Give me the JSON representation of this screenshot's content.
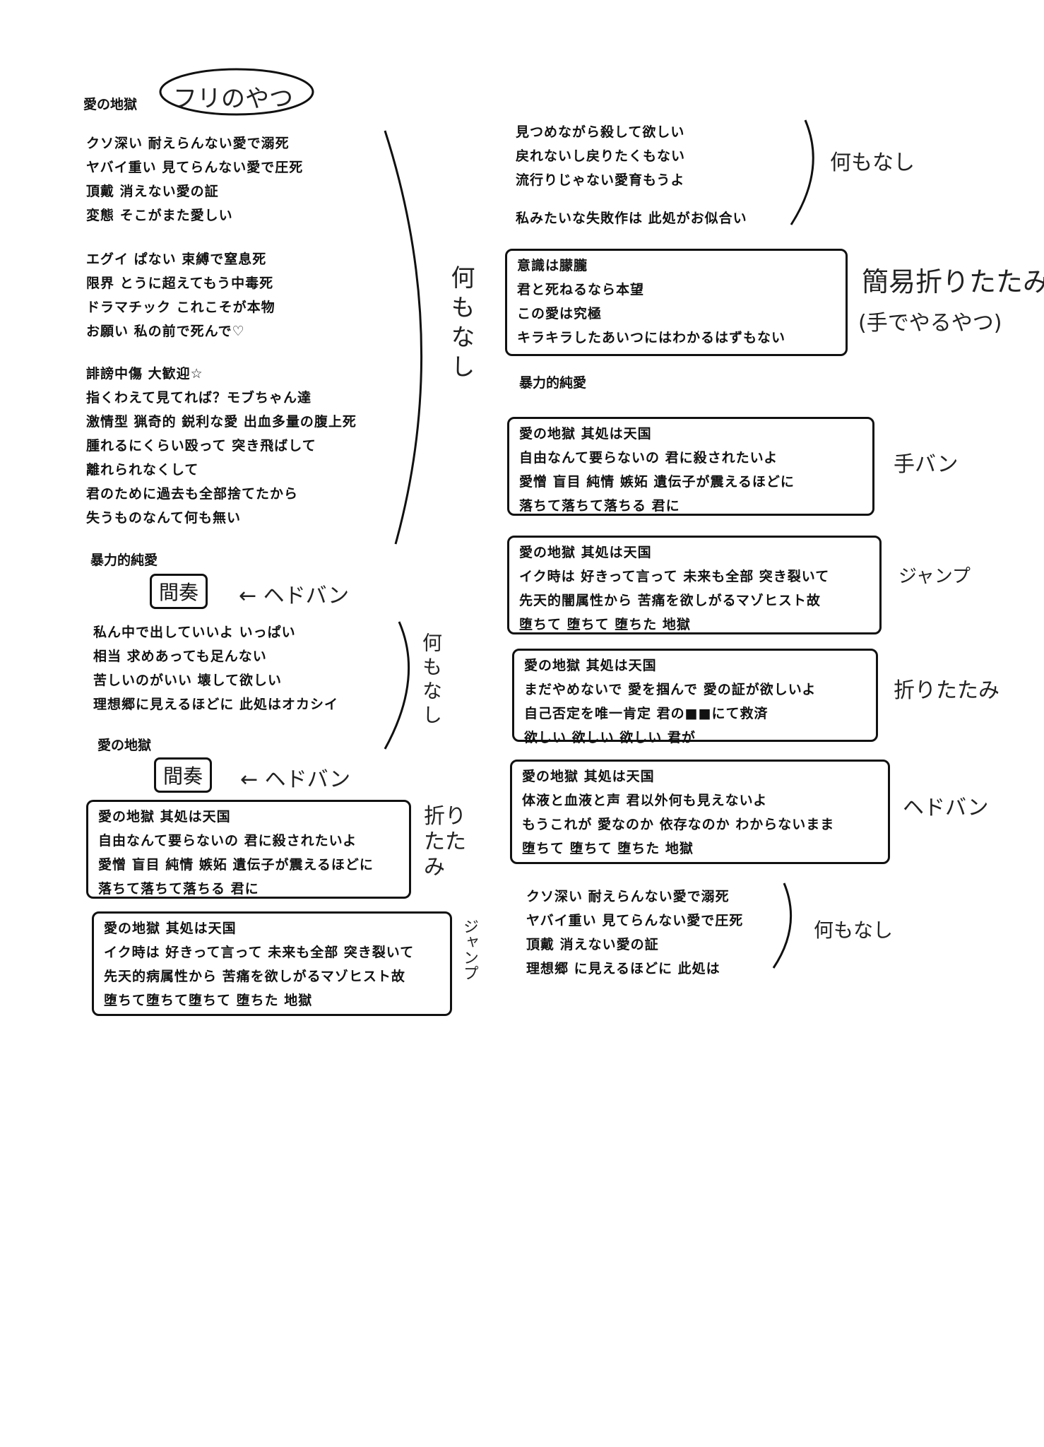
{
  "title": "愛の地獄",
  "title_note": "フリのやつ",
  "left_column": {
    "stanza1": [
      "クソ深い 耐えらんない愛で溺死",
      "ヤバイ重い 見てらんない愛で圧死",
      "頂戴 消えない愛の証",
      "変態 そこがまた愛しい"
    ],
    "stanza2": [
      "エグイ ぱない 束縛で窒息死",
      "限界 とうに超えてもう中毒死",
      "ドラマチック これこそが本物",
      "お願い 私の前で死んで♡"
    ],
    "stanza3": [
      "誹謗中傷 大歓迎☆",
      "指くわえて見てれば？モブちゃん達",
      "激情型 猟奇的 鋭利な愛 出血多量の腹上死",
      "腫れるにくらい殴って 突き飛ばして",
      "離れられなくして",
      "君のために過去も全部捨てたから",
      "失うものなんて何も無い"
    ],
    "heading1": "暴力的純愛",
    "interlude1": "間奏",
    "interlude1_note": "← ヘドバン",
    "stanza4": [
      "私ん中で出していいよ いっぱい",
      "相当 求めあっても足んない",
      "苦しいのがいい 壊して欲しい",
      "理想郷に見えるほどに 此処はオカシイ"
    ],
    "heading2": "愛の地獄",
    "interlude2": "間奏",
    "interlude2_note": "← ヘドバン",
    "box1": [
      "愛の地獄 其処は天国",
      "自由なんて要らないの 君に殺されたいよ",
      "愛憎 盲目 純情 嫉妬 遺伝子が震えるほどに",
      "落ちて落ちて落ちる 君に"
    ],
    "box2": [
      "愛の地獄 其処は天国",
      "イク時は 好きって言って 未来も全部 突き裂いて",
      "先天的病属性から 苦痛を欲しがるマゾヒスト故",
      "堕ちて堕ちて堕ちて 堕ちた 地獄"
    ]
  },
  "right_column": {
    "stanza1": [
      "見つめながら殺して欲しい",
      "戻れないし戻りたくもない",
      "流行りじゃない愛育もうよ"
    ],
    "stanza1_last": "私みたいな失敗作は 此処がお似合い",
    "box0": [
      "意識は朦朧",
      "君と死ねるなら本望",
      "この愛は究極",
      "キラキラしたあいつにはわかるはずもない"
    ],
    "heading1": "暴力的純愛",
    "box1": [
      "愛の地獄 其処は天国",
      "自由なんて要らないの 君に殺されたいよ",
      "愛憎 盲目 純情 嫉妬 遺伝子が震えるほどに",
      "落ちて落ちて落ちる 君に"
    ],
    "box2": [
      "愛の地獄 其処は天国",
      "イク時は 好きって言って 未来も全部 突き裂いて",
      "先天的闇属性から 苦痛を欲しがるマゾヒスト故",
      "堕ちて 堕ちて 堕ちた 地獄"
    ],
    "box3": [
      "愛の地獄 其処は天国",
      "まだやめないで 愛を掴んで 愛の証が欲しいよ",
      "自己否定を唯一肯定 君の■■にて救済",
      "欲しい 欲しい 欲しい 君が"
    ],
    "box4": [
      "愛の地獄 其処は天国",
      "体液と血液と声 君以外何も見えないよ",
      "もうこれが 愛なのか 依存なのか わからないまま",
      "堕ちて 堕ちて 堕ちた 地獄"
    ],
    "stanza_final": [
      "クソ深い 耐えらんない愛で溺死",
      "ヤバイ重い 見てらんない愛で圧死",
      "頂戴 消えない愛の証",
      "理想郷 に見えるほどに 此処は"
    ]
  },
  "notes": {
    "nothing": "何もなし",
    "nothing_left1": "何もなし",
    "nothing_left2": "何もなし",
    "simple_fold": "簡易折りたたみ",
    "simple_fold_sub": "(手でやるやつ)",
    "hand_ban": "手バン",
    "jump": "ジャンプ",
    "fold": "折りたたみ",
    "headbang": "ヘドバン",
    "nothing_final": "何もなし",
    "left_fold": "折りたたみ",
    "left_jump": "ジャンプ"
  }
}
